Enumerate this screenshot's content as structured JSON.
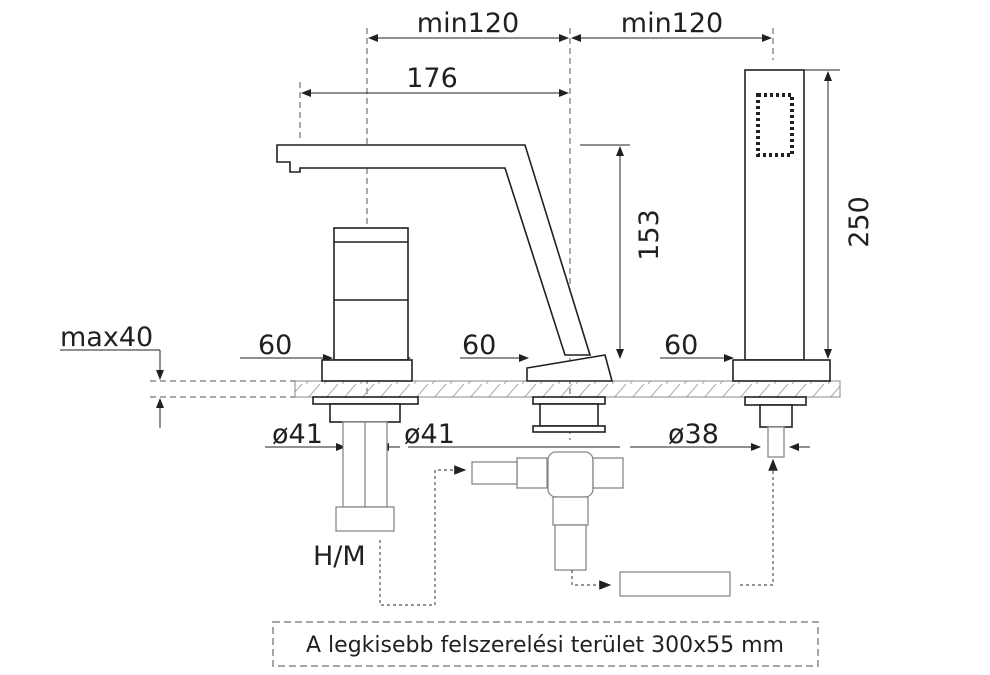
{
  "dimensions": {
    "spacing_left": "min120",
    "spacing_right": "min120",
    "spout_reach": "176",
    "spout_height": "153",
    "shower_height": "250",
    "deck_thickness": "max40",
    "base_left": "60",
    "base_middle": "60",
    "base_right": "60",
    "diameter_left_a": "ø41",
    "diameter_left_b": "ø41",
    "diameter_right": "ø38"
  },
  "labels": {
    "hot_cold": "H/M",
    "install_note": "A legkisebb felszerelési terület 300x55 mm"
  }
}
